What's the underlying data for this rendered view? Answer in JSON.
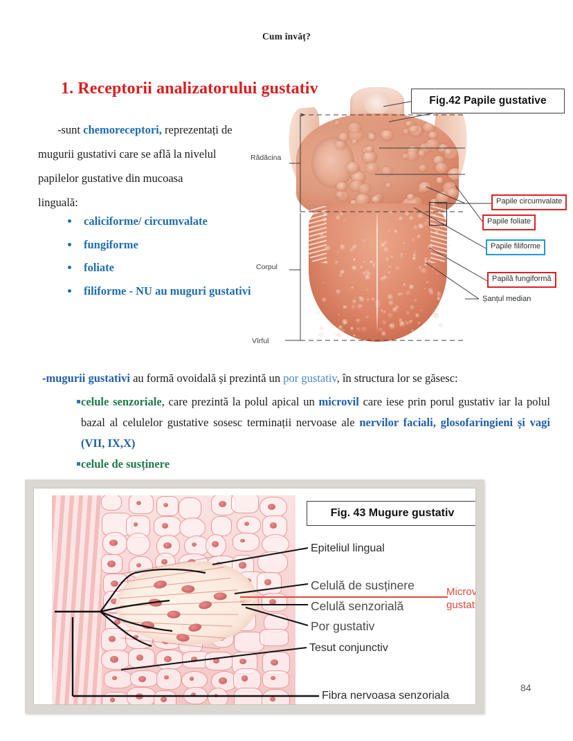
{
  "page": {
    "running_header": "Cum învăț?",
    "page_number": "84"
  },
  "section": {
    "title": "1. Receptorii analizatorului gustativ"
  },
  "intro": {
    "line1_dash": "-sunt ",
    "line1_keyword": "chemoreceptori,",
    "line1_rest": " reprezentați de",
    "line2": "mugurii gustativi care se află la nivelul",
    "line3": "papilelor gustative din mucoasa",
    "line4": "linguală:"
  },
  "papilla_types": [
    {
      "label": "caliciforme/ circumvalate"
    },
    {
      "label": "fungiforme"
    },
    {
      "label": "foliate"
    },
    {
      "label": "filiforme  - NU au muguri gustativi"
    }
  ],
  "figure42": {
    "caption": "Fig.42  Papile gustative",
    "side_labels": {
      "root": "Rădăcina",
      "body": "Corpul",
      "tip": "Vîrful"
    },
    "callouts": [
      {
        "text": "Papile circumvalate",
        "border_color": "#e02020"
      },
      {
        "text": "Papile foliate",
        "border_color": "#e02020"
      },
      {
        "text": "Papile filiforme",
        "border_color": "#1b9ad6"
      },
      {
        "text": "Papilă fungiformă",
        "border_color": "#e02020"
      },
      {
        "text": "Șanțul median",
        "border_color": "none"
      }
    ]
  },
  "mid_text": {
    "lead_dash": "-",
    "lead_kw1": "mugurii gustativi",
    "lead_mid": " au formă ovoidală și prezintă un ",
    "lead_kw2": "por gustativ",
    "lead_end": ", în structura lor se găsesc:",
    "bullet1_kw_green": "celule senzoriale",
    "bullet1_part1": ", care prezintă la polul apical un ",
    "bullet1_kw_blue": "microvil",
    "bullet1_part2": " care iese prin porul gustativ iar la polul bazal al celulelor gustative sosesc terminații nervoase ale ",
    "bullet1_kw_navy": "nervilor faciali, glosofaringieni și vagi (VII, IX,X)",
    "bullet2_kw_green": "celule de susținere"
  },
  "figure43": {
    "caption": "Fig. 43 Mugure gustativ",
    "labels": {
      "epithelium": "Epiteliul lingual",
      "support_cell": "Celulă  de susținere",
      "sensory_cell": "Celulă senzorială",
      "taste_pore": "Por gustativ",
      "connective": "Tesut conjunctiv",
      "nerve_fiber": "Fibra nervoasa senzoriala",
      "microvilli_line1": "Microvil",
      "microvilli_line2": "gustativ"
    }
  },
  "colors": {
    "heading_red": "#d81f1f",
    "keyword_blue": "#1f6cb0",
    "soft_blue": "#4a86c8",
    "green": "#1f7a4a",
    "callout_red": "#e02020",
    "callout_blue": "#1b9ad6",
    "microvil_red": "#e0453c"
  }
}
